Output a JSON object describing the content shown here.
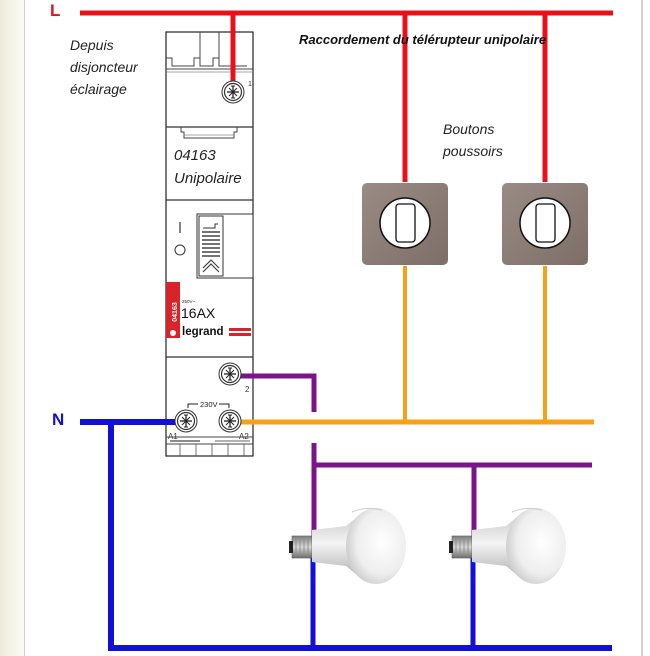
{
  "title": "Raccordement du télérupteur unipolaire",
  "lines": {
    "phase": {
      "label": "L",
      "color": "#e8101b"
    },
    "neutral": {
      "label": "N",
      "color": "#1010d8"
    }
  },
  "wire_colors": {
    "phase": "#e8101b",
    "neutral": "#1010d8",
    "control_return": "#f5a11a",
    "lamp_feed": "#7a1488"
  },
  "annotations": {
    "source_line1": "Depuis",
    "source_line2": "disjoncteur",
    "source_line3": "éclairage",
    "buttons_line1": "Boutons",
    "buttons_line2": "poussoirs"
  },
  "device": {
    "reference": "04163",
    "type": "Unipolaire",
    "side_ref": "04163",
    "voltage_small": "250V~",
    "rating": "16AX",
    "brand": "legrand",
    "on_mark": "I",
    "off_mark": "O",
    "coil_voltage": "230V",
    "terminal_1": "1",
    "terminal_2": "2",
    "terminal_a1": "A1",
    "terminal_a2": "A2",
    "brand_color": "#d8232a"
  },
  "push_buttons": [
    {
      "name": "Bouton poussoir 1"
    },
    {
      "name": "Bouton poussoir 2"
    }
  ],
  "lamps": [
    {
      "name": "Lampe 1"
    },
    {
      "name": "Lampe 2"
    }
  ]
}
